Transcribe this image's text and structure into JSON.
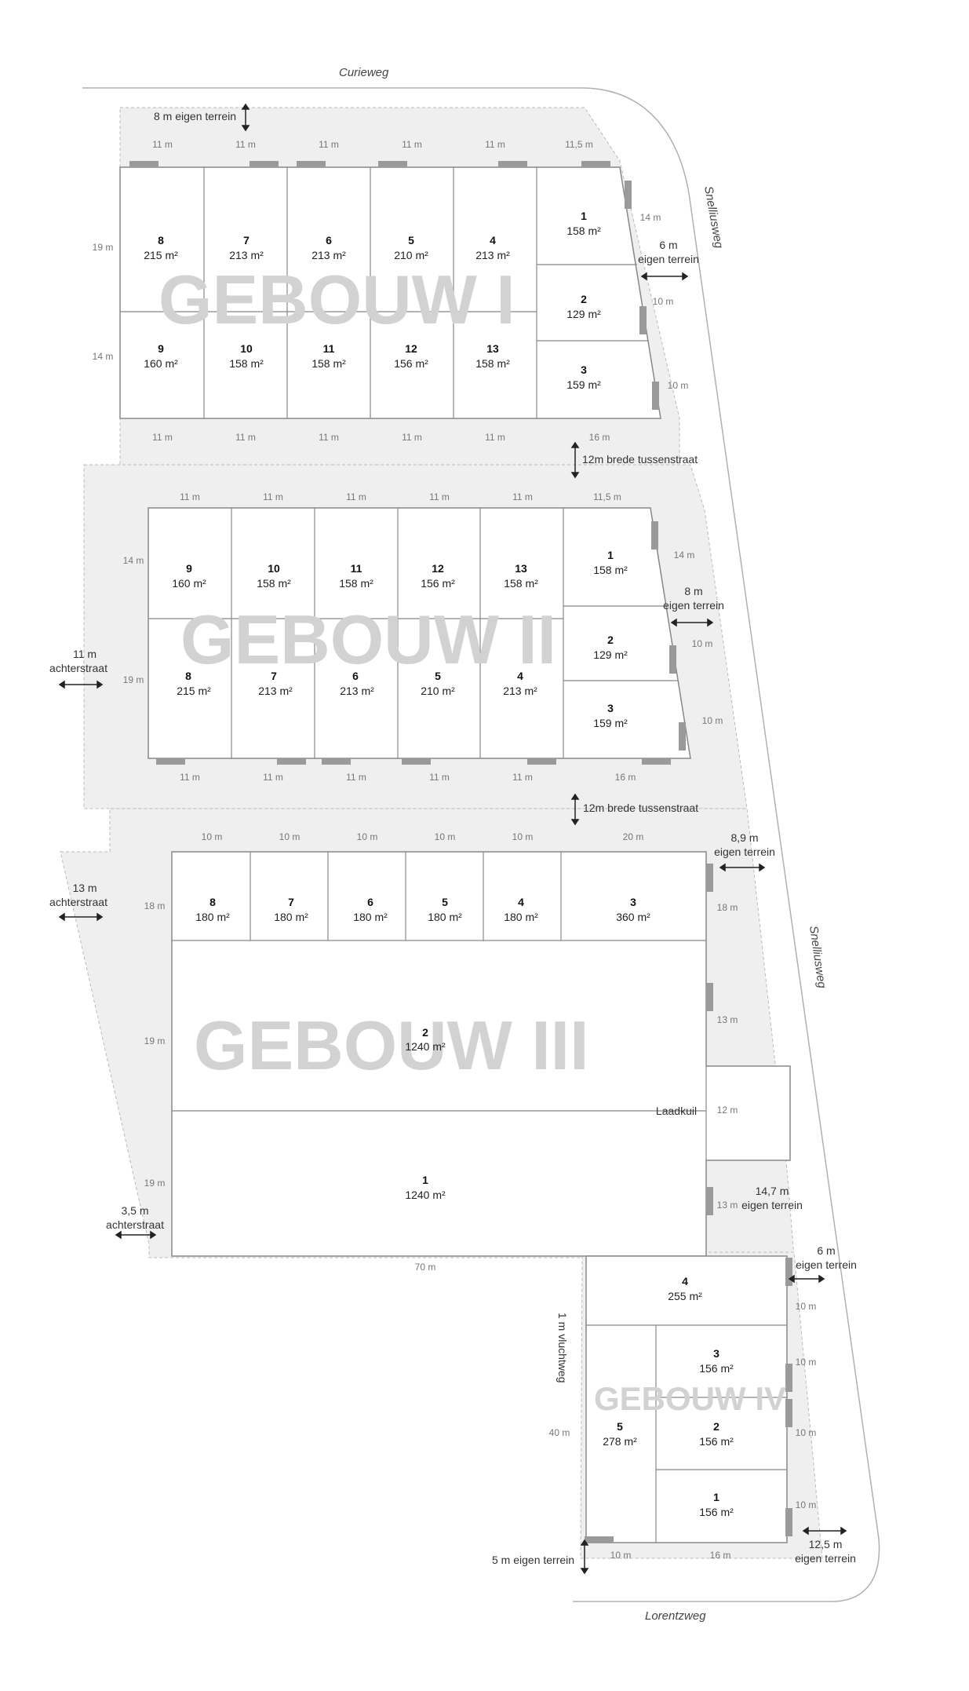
{
  "roads": {
    "curieweg": "Curieweg",
    "snelliusweg_top": "Snelliusweg",
    "snelliusweg_mid": "Snelliusweg",
    "lorentzweg": "Lorentzweg"
  },
  "buildings": {
    "g1": "GEBOUW I",
    "g2": "GEBOUW II",
    "g3": "GEBOUW III",
    "g4": "GEBOUW IV"
  },
  "units": {
    "g1": [
      {
        "n": "8",
        "a": "215 m²"
      },
      {
        "n": "7",
        "a": "213 m²"
      },
      {
        "n": "6",
        "a": "213 m²"
      },
      {
        "n": "5",
        "a": "210 m²"
      },
      {
        "n": "4",
        "a": "213 m²"
      },
      {
        "n": "9",
        "a": "160 m²"
      },
      {
        "n": "10",
        "a": "158 m²"
      },
      {
        "n": "11",
        "a": "158 m²"
      },
      {
        "n": "12",
        "a": "156 m²"
      },
      {
        "n": "13",
        "a": "158 m²"
      },
      {
        "n": "1",
        "a": "158 m²"
      },
      {
        "n": "2",
        "a": "129 m²"
      },
      {
        "n": "3",
        "a": "159 m²"
      }
    ],
    "g2": [
      {
        "n": "9",
        "a": "160 m²"
      },
      {
        "n": "10",
        "a": "158 m²"
      },
      {
        "n": "11",
        "a": "158 m²"
      },
      {
        "n": "12",
        "a": "156 m²"
      },
      {
        "n": "13",
        "a": "158 m²"
      },
      {
        "n": "8",
        "a": "215 m²"
      },
      {
        "n": "7",
        "a": "213 m²"
      },
      {
        "n": "6",
        "a": "213 m²"
      },
      {
        "n": "5",
        "a": "210 m²"
      },
      {
        "n": "4",
        "a": "213 m²"
      },
      {
        "n": "1",
        "a": "158 m²"
      },
      {
        "n": "2",
        "a": "129 m²"
      },
      {
        "n": "3",
        "a": "159 m²"
      }
    ],
    "g3": [
      {
        "n": "8",
        "a": "180 m²"
      },
      {
        "n": "7",
        "a": "180 m²"
      },
      {
        "n": "6",
        "a": "180 m²"
      },
      {
        "n": "5",
        "a": "180 m²"
      },
      {
        "n": "4",
        "a": "180 m²"
      },
      {
        "n": "3",
        "a": "360 m²"
      },
      {
        "n": "2",
        "a": "1240 m²"
      },
      {
        "n": "1",
        "a": "1240 m²"
      }
    ],
    "g4": [
      {
        "n": "4",
        "a": "255 m²"
      },
      {
        "n": "3",
        "a": "156 m²"
      },
      {
        "n": "2",
        "a": "156 m²"
      },
      {
        "n": "1",
        "a": "156 m²"
      },
      {
        "n": "5",
        "a": "278 m²"
      }
    ],
    "laadkuil": "Laadkuil"
  },
  "labels": {
    "g1_top_terrain": "8 m eigen terrein",
    "g1_right_a": "6 m",
    "g1_right_b": "eigen terrein",
    "street1": "12m brede tussenstraat",
    "street2": "12m brede tussenstraat",
    "g2_left_a": "11 m",
    "g2_left_b": "achterstraat",
    "g2_right_a": "8 m",
    "g2_right_b": "eigen terrein",
    "g3_left_a": "13 m",
    "g3_left_b": "achterstraat",
    "g3_right_a": "8,9 m",
    "g3_right_b": "eigen terrein",
    "g3_right2_a": "14,7 m",
    "g3_right2_b": "eigen terrein",
    "g3_back_a": "3,5 m",
    "g3_back_b": "achterstraat",
    "g4_right_a": "6 m",
    "g4_right_b": "eigen terrein",
    "g4_vlucht": "1 m vluchtweg",
    "g4_bottom": "5 m eigen terrein",
    "g4_br_a": "12,5 m",
    "g4_br_b": "eigen terrein"
  },
  "dims": {
    "d11": "11 m",
    "d115": "11,5 m",
    "d16": "16 m",
    "d10": "10 m",
    "d20": "20 m",
    "d14": "14 m",
    "d19": "19 m",
    "d18": "18 m",
    "d13": "13 m",
    "d12": "12 m",
    "d70": "70 m",
    "d40": "40 m"
  }
}
